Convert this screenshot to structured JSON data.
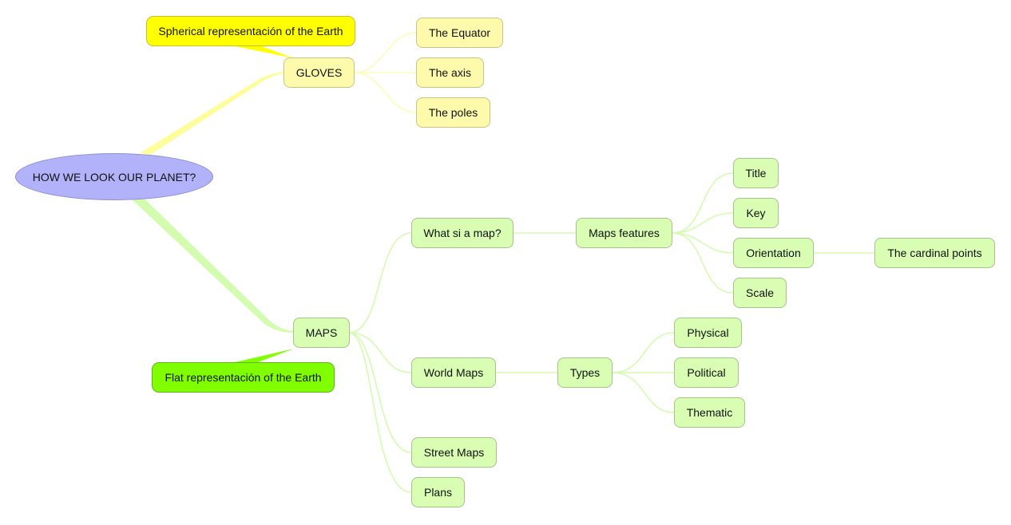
{
  "mindmap": {
    "root": {
      "label": "HOW WE LOOK OUR PLANET?",
      "color": "#b1b2f9"
    },
    "branches": [
      {
        "label": "GLOVES",
        "color": "#fdfaab",
        "callout": "Spherical representación of the Earth",
        "children": [
          {
            "label": "The Equator"
          },
          {
            "label": "The axis"
          },
          {
            "label": "The poles"
          }
        ]
      },
      {
        "label": "MAPS",
        "color": "#d9fdb2",
        "callout": "Flat representación of the Earth",
        "children": [
          {
            "label": "What si a map?",
            "children": [
              {
                "label": "Maps features",
                "children": [
                  {
                    "label": "Title"
                  },
                  {
                    "label": "Key"
                  },
                  {
                    "label": "Orientation",
                    "children": [
                      {
                        "label": "The cardinal points"
                      }
                    ]
                  },
                  {
                    "label": "Scale"
                  }
                ]
              }
            ]
          },
          {
            "label": "World Maps",
            "children": [
              {
                "label": "Types",
                "children": [
                  {
                    "label": "Physical"
                  },
                  {
                    "label": "Political"
                  },
                  {
                    "label": "Thematic"
                  }
                ]
              }
            ]
          },
          {
            "label": "Street Maps"
          },
          {
            "label": "Plans"
          }
        ]
      }
    ]
  }
}
